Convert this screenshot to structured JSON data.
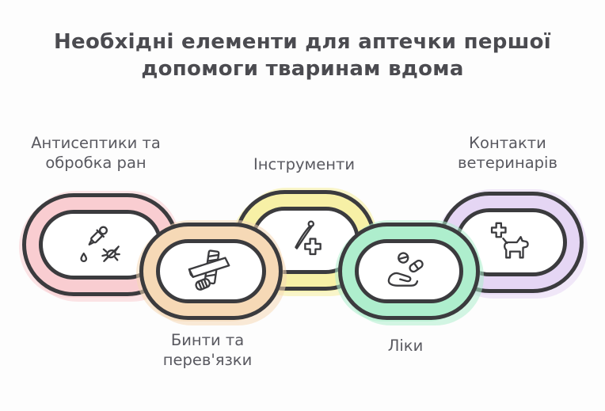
{
  "page": {
    "background": "#fdfdfd",
    "outline_color": "#3b3b3e",
    "title_color": "#4b4b50",
    "label_color": "#595960"
  },
  "title": {
    "line1": "Необхідні елементи для аптечки першої",
    "line2": "допомоги тваринам вдома"
  },
  "chain": {
    "links": [
      {
        "id": "antiseptics",
        "label": "Антисептики та обробка ран",
        "icon": "dropper-germ-icon",
        "color": "#f9cdd1",
        "halo": "rgba(249,205,209,0.55)",
        "row": "top"
      },
      {
        "id": "bandages",
        "label": "Бинти та перев'язки",
        "icon": "bandage-roll-icon",
        "color": "#f6d9b6",
        "halo": "rgba(246,217,182,0.55)",
        "row": "bottom"
      },
      {
        "id": "instruments",
        "label": "Інструменти",
        "icon": "needle-cross-icon",
        "color": "#f7f0a6",
        "halo": "rgba(247,240,166,0.6)",
        "row": "top"
      },
      {
        "id": "medicines",
        "label": "Ліки",
        "icon": "hand-pills-icon",
        "color": "#aeeecd",
        "halo": "rgba(174,238,205,0.55)",
        "row": "bottom"
      },
      {
        "id": "vet_contacts",
        "label": "Контакти ветеринарів",
        "icon": "cross-dog-icon",
        "color": "#e5d6f4",
        "halo": "rgba(229,214,244,0.55)",
        "row": "top"
      }
    ]
  }
}
